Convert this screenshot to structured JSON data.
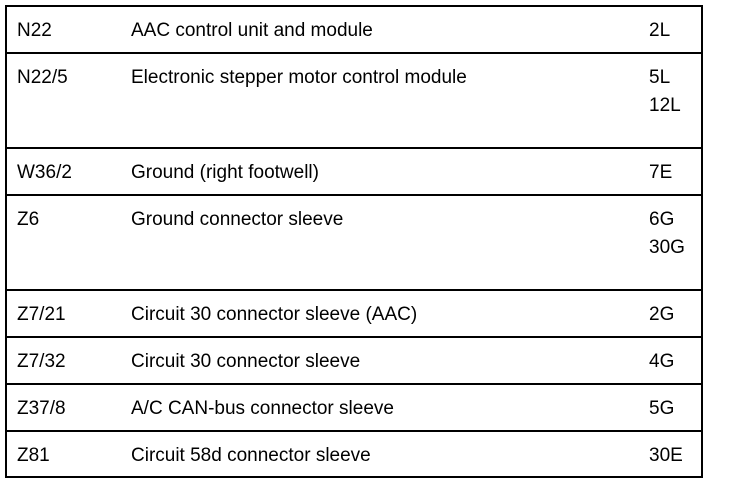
{
  "legend": {
    "rows": [
      {
        "code": "N22",
        "description": "AAC control unit and module",
        "locations": [
          "2L"
        ]
      },
      {
        "code": "N22/5",
        "description": "Electronic stepper motor control module",
        "locations": [
          "5L",
          "12L"
        ]
      },
      {
        "code": "W36/2",
        "description": "Ground (right footwell)",
        "locations": [
          "7E"
        ]
      },
      {
        "code": "Z6",
        "description": "Ground connector sleeve",
        "locations": [
          "6G",
          "30G"
        ]
      },
      {
        "code": "Z7/21",
        "description": "Circuit 30 connector sleeve (AAC)",
        "locations": [
          "2G"
        ]
      },
      {
        "code": "Z7/32",
        "description": "Circuit 30 connector sleeve",
        "locations": [
          "4G"
        ]
      },
      {
        "code": "Z37/8",
        "description": "A/C CAN-bus connector sleeve",
        "locations": [
          "5G"
        ]
      },
      {
        "code": "Z81",
        "description": "Circuit 58d connector sleeve",
        "locations": [
          "30E"
        ]
      }
    ]
  }
}
